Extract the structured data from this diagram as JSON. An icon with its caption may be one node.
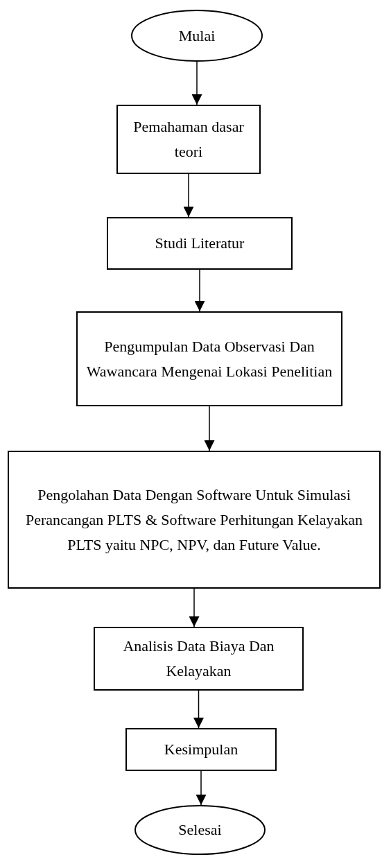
{
  "diagram": {
    "nodes": [
      {
        "text": [
          "Mulai"
        ]
      },
      {
        "text": [
          "Pemahaman dasar teori"
        ]
      },
      {
        "text": [
          "Studi Literatur"
        ]
      },
      {
        "text": [
          "Pengumpulan Data Observasi Dan Wawancara Mengenai Lokasi Penelitian"
        ]
      },
      {
        "text": [
          "Pengolahan Data Dengan Software Untuk Simulasi Perancangan PLTS & Software Perhitungan Kelayakan PLTS yaitu NPC, NPV, dan Future Value."
        ]
      },
      {
        "text": [
          "Analisis Data Biaya Dan Kelayakan"
        ]
      },
      {
        "text": [
          "Kesimpulan"
        ]
      },
      {
        "text": [
          "Selesai"
        ]
      }
    ],
    "edges": [
      {
        "from": 0,
        "to": 1,
        "arrow": "to"
      },
      {
        "from": 1,
        "to": 2,
        "arrow": "to"
      },
      {
        "from": 2,
        "to": 3,
        "arrow": "to"
      },
      {
        "from": 3,
        "to": 4,
        "arrow": "to"
      },
      {
        "from": 4,
        "to": 5,
        "arrow": "to"
      },
      {
        "from": 5,
        "to": 6,
        "arrow": "to"
      },
      {
        "from": 6,
        "to": 7,
        "arrow": "to"
      }
    ]
  }
}
